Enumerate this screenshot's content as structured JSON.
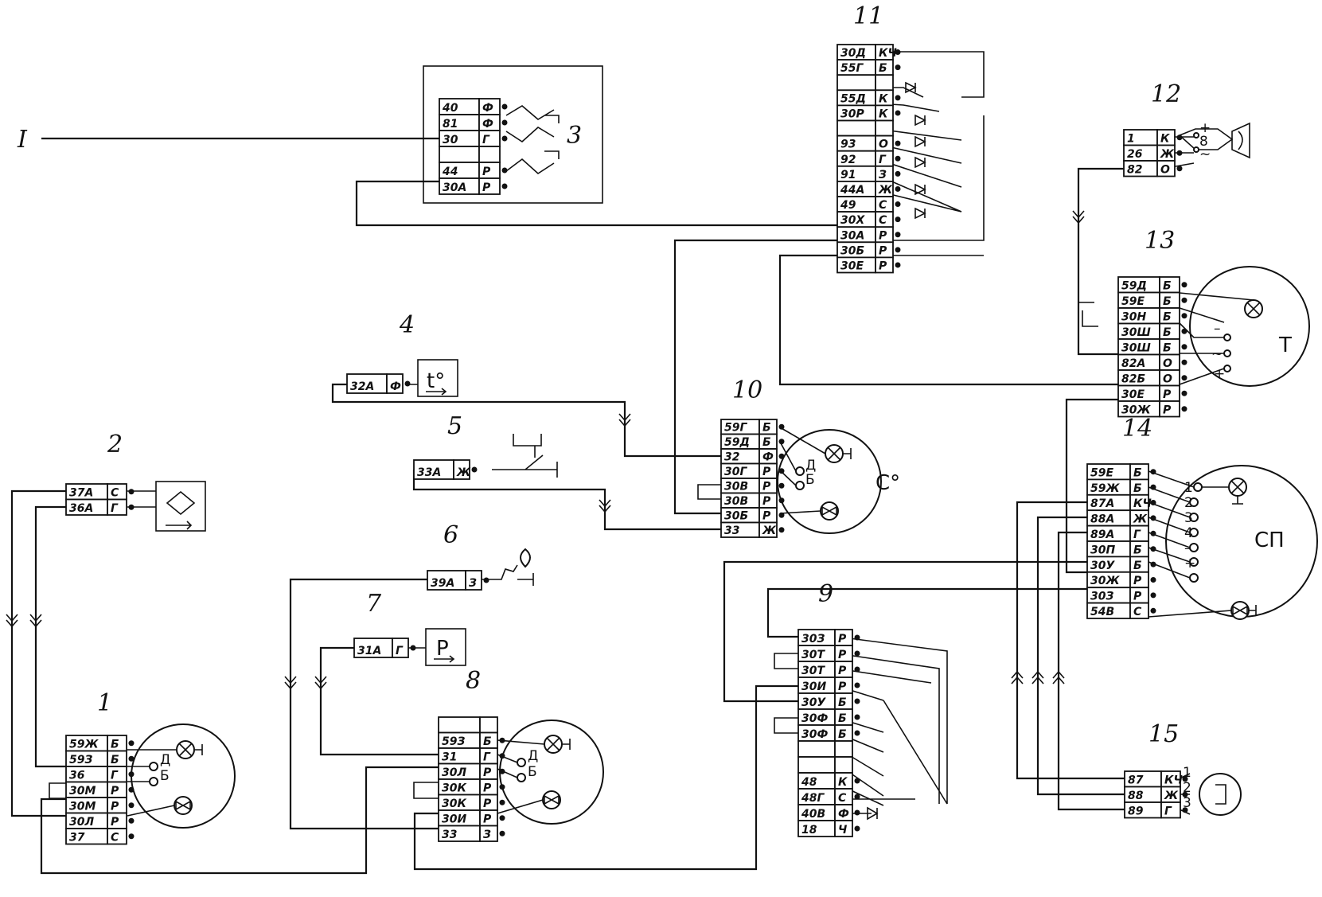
{
  "roman_label": "I",
  "units": [
    {
      "id": "1",
      "number": "1",
      "terminals": [
        {
          "name": "59Ж",
          "color": "Б"
        },
        {
          "name": "59З",
          "color": "Б"
        },
        {
          "name": "36",
          "color": "Г"
        },
        {
          "name": "30М",
          "color": "Р"
        },
        {
          "name": "30М",
          "color": "Р"
        },
        {
          "name": "30Л",
          "color": "Р"
        },
        {
          "name": "37",
          "color": "С"
        }
      ],
      "labels": [
        "Д",
        "Б"
      ]
    },
    {
      "id": "2",
      "number": "2",
      "terminals": [
        {
          "name": "37А",
          "color": "С"
        },
        {
          "name": "36А",
          "color": "Г"
        }
      ]
    },
    {
      "id": "3",
      "number": "3",
      "terminals": [
        {
          "name": "40",
          "color": "Ф"
        },
        {
          "name": "81",
          "color": "Ф"
        },
        {
          "name": "30",
          "color": "Г"
        },
        {
          "name": "",
          "color": ""
        },
        {
          "name": "44",
          "color": "Р"
        },
        {
          "name": "30А",
          "color": "Р"
        }
      ]
    },
    {
      "id": "4",
      "number": "4",
      "terminals": [
        {
          "name": "32А",
          "color": "Ф"
        }
      ],
      "device": "t°"
    },
    {
      "id": "5",
      "number": "5",
      "terminals": [
        {
          "name": "33А",
          "color": "Ж"
        }
      ]
    },
    {
      "id": "6",
      "number": "6",
      "terminals": [
        {
          "name": "39А",
          "color": "З"
        }
      ]
    },
    {
      "id": "7",
      "number": "7",
      "terminals": [
        {
          "name": "31А",
          "color": "Г"
        }
      ],
      "device": "Р"
    },
    {
      "id": "8",
      "number": "8",
      "terminals": [
        {
          "name": "",
          "color": ""
        },
        {
          "name": "59З",
          "color": "Б"
        },
        {
          "name": "31",
          "color": "Г"
        },
        {
          "name": "30Л",
          "color": "Р"
        },
        {
          "name": "30К",
          "color": "Р"
        },
        {
          "name": "30К",
          "color": "Р"
        },
        {
          "name": "30И",
          "color": "Р"
        },
        {
          "name": "33",
          "color": "З"
        }
      ],
      "labels": [
        "Д",
        "Б"
      ]
    },
    {
      "id": "9",
      "number": "9",
      "terminals": [
        {
          "name": "30З",
          "color": "Р"
        },
        {
          "name": "30Т",
          "color": "Р"
        },
        {
          "name": "30Т",
          "color": "Р"
        },
        {
          "name": "30И",
          "color": "Р"
        },
        {
          "name": "30У",
          "color": "Б"
        },
        {
          "name": "30Ф",
          "color": "Б"
        },
        {
          "name": "30Ф",
          "color": "Б"
        },
        {
          "name": "",
          "color": ""
        },
        {
          "name": "",
          "color": ""
        },
        {
          "name": "48",
          "color": "К"
        },
        {
          "name": "48Г",
          "color": "С"
        },
        {
          "name": "40В",
          "color": "Ф"
        },
        {
          "name": "18",
          "color": "Ч"
        }
      ]
    },
    {
      "id": "10",
      "number": "10",
      "terminals": [
        {
          "name": "59Г",
          "color": "Б"
        },
        {
          "name": "59Д",
          "color": "Б"
        },
        {
          "name": "32",
          "color": "Ф"
        },
        {
          "name": "30Г",
          "color": "Р"
        },
        {
          "name": "30В",
          "color": "Р"
        },
        {
          "name": "30В",
          "color": "Р"
        },
        {
          "name": "30Б",
          "color": "Р"
        },
        {
          "name": "33",
          "color": "Ж"
        }
      ],
      "labels": [
        "Д",
        "Б",
        "С°"
      ]
    },
    {
      "id": "11",
      "number": "11",
      "terminals": [
        {
          "name": "30Д",
          "color": "КЧ"
        },
        {
          "name": "55Г",
          "color": "Б"
        },
        {
          "name": "",
          "color": ""
        },
        {
          "name": "55Д",
          "color": "К"
        },
        {
          "name": "30Р",
          "color": "К"
        },
        {
          "name": "",
          "color": ""
        },
        {
          "name": "93",
          "color": "О"
        },
        {
          "name": "92",
          "color": "Г"
        },
        {
          "name": "91",
          "color": "З"
        },
        {
          "name": "44А",
          "color": "Ж"
        },
        {
          "name": "49",
          "color": "С"
        },
        {
          "name": "30Х",
          "color": "С"
        },
        {
          "name": "30А",
          "color": "Р"
        },
        {
          "name": "30Б",
          "color": "Р"
        },
        {
          "name": "30Е",
          "color": "Р"
        }
      ]
    },
    {
      "id": "12",
      "number": "12",
      "terminals": [
        {
          "name": "1",
          "color": "К"
        },
        {
          "name": "26",
          "color": "Ж"
        },
        {
          "name": "82",
          "color": "О"
        }
      ],
      "labels": [
        "+",
        "8",
        "~"
      ]
    },
    {
      "id": "13",
      "number": "13",
      "terminals": [
        {
          "name": "59Д",
          "color": "Б"
        },
        {
          "name": "59Е",
          "color": "Б"
        },
        {
          "name": "30Н",
          "color": "Б"
        },
        {
          "name": "30Ш",
          "color": "Б"
        },
        {
          "name": "30Ш",
          "color": "Б"
        },
        {
          "name": "82А",
          "color": "О"
        },
        {
          "name": "82Б",
          "color": "О"
        },
        {
          "name": "30Е",
          "color": "Р"
        },
        {
          "name": "30Ж",
          "color": "Р"
        }
      ],
      "labels": [
        "–",
        "~",
        "+",
        "Т"
      ]
    },
    {
      "id": "14",
      "number": "14",
      "terminals": [
        {
          "name": "59Е",
          "color": "Б"
        },
        {
          "name": "59Ж",
          "color": "Б"
        },
        {
          "name": "87А",
          "color": "КЧ"
        },
        {
          "name": "88А",
          "color": "Ж"
        },
        {
          "name": "89А",
          "color": "Г"
        },
        {
          "name": "30П",
          "color": "Б"
        },
        {
          "name": "30У",
          "color": "Б"
        },
        {
          "name": "30Ж",
          "color": "Р"
        },
        {
          "name": "30З",
          "color": "Р"
        },
        {
          "name": "54В",
          "color": "С"
        }
      ],
      "labels": [
        "1",
        "2",
        "3",
        "4",
        "–",
        "+",
        "СП"
      ]
    },
    {
      "id": "15",
      "number": "15",
      "terminals": [
        {
          "name": "87",
          "color": "КЧ"
        },
        {
          "name": "88",
          "color": "Ж"
        },
        {
          "name": "89",
          "color": "Г"
        }
      ],
      "labels": [
        "1",
        "2",
        "3"
      ]
    }
  ]
}
